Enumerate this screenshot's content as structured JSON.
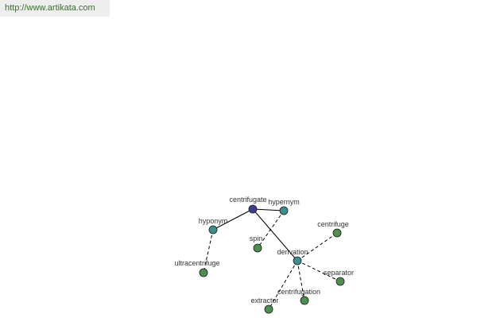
{
  "banner": {
    "url_text": "http://www.artikata.com"
  },
  "colors": {
    "root": "#3f3f8f",
    "relation": "#3e8e8e",
    "term": "#4e8e4e",
    "edge": "#000000",
    "banner_text": "#3a6e2e"
  },
  "graph": {
    "nodes": [
      {
        "id": "centrifugate",
        "label": "centrifugate",
        "kind": "root"
      },
      {
        "id": "hypernym",
        "label": "hypernym",
        "kind": "relation"
      },
      {
        "id": "hyponym",
        "label": "hyponym",
        "kind": "relation"
      },
      {
        "id": "derivation",
        "label": "derivation",
        "kind": "relation"
      },
      {
        "id": "spin",
        "label": "spin",
        "kind": "term"
      },
      {
        "id": "centrifuge",
        "label": "centrifuge",
        "kind": "term"
      },
      {
        "id": "ultracentrifuge",
        "label": "ultracentrifuge",
        "kind": "term"
      },
      {
        "id": "separator",
        "label": "separator",
        "kind": "term"
      },
      {
        "id": "centrifugation",
        "label": "centrifugation",
        "kind": "term"
      },
      {
        "id": "extractor",
        "label": "extractor",
        "kind": "term"
      }
    ],
    "edges": [
      {
        "from": "centrifugate",
        "to": "hypernym",
        "style": "solid"
      },
      {
        "from": "centrifugate",
        "to": "hyponym",
        "style": "solid"
      },
      {
        "from": "centrifugate",
        "to": "derivation",
        "style": "solid"
      },
      {
        "from": "hypernym",
        "to": "spin",
        "style": "dashed"
      },
      {
        "from": "hyponym",
        "to": "ultracentrifuge",
        "style": "dashed"
      },
      {
        "from": "derivation",
        "to": "centrifuge",
        "style": "dashed"
      },
      {
        "from": "derivation",
        "to": "separator",
        "style": "dashed"
      },
      {
        "from": "derivation",
        "to": "centrifugation",
        "style": "dashed"
      },
      {
        "from": "derivation",
        "to": "extractor",
        "style": "dashed"
      }
    ]
  }
}
